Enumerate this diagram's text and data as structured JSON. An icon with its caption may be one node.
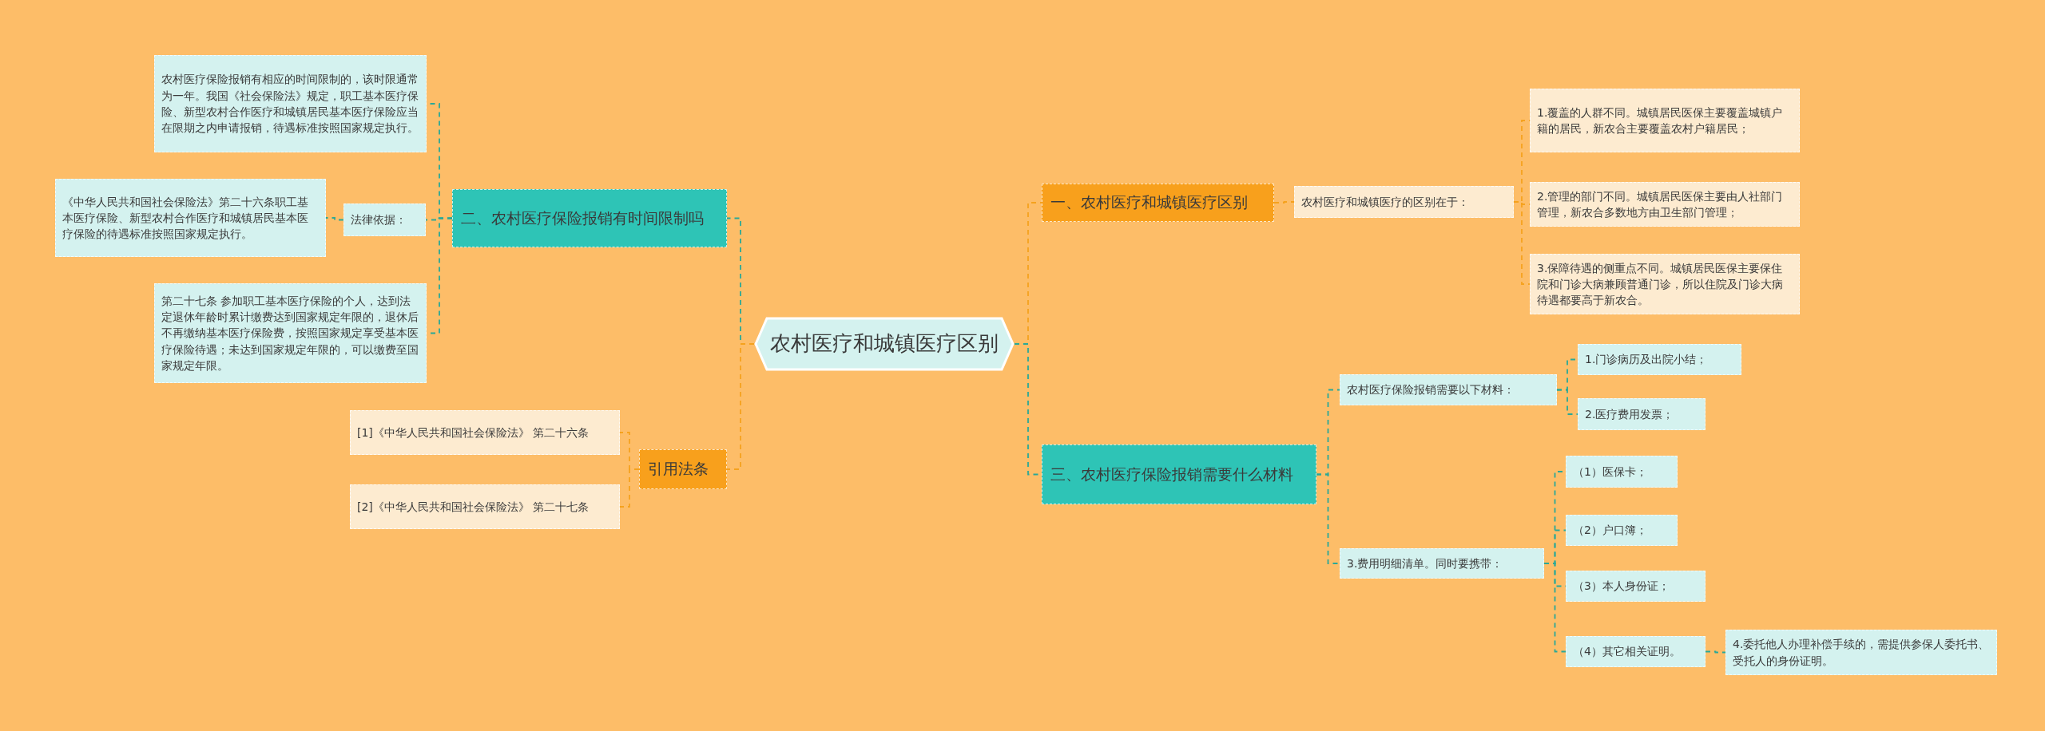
{
  "diagram": {
    "nodes": [
      {
        "text": [
          "农村医疗和城镇医疗区别"
        ]
      },
      {
        "text": [
          "一、农村医疗和城镇医疗区别"
        ]
      },
      {
        "text": [
          "农村医疗和城镇医疗的区别在于："
        ]
      },
      {
        "text": [
          "1.覆盖的人群不同。城镇居民医保主要覆盖城镇户籍的居民，新农合主要覆盖农村户籍居民；"
        ]
      },
      {
        "text": [
          "2.管理的部门不同。城镇居民医保主要由人社部门管理，新农合多数地方由卫生部门管理；"
        ]
      },
      {
        "text": [
          "3.保障待遇的侧重点不同。城镇居民医保主要保住院和门诊大病兼顾普通门诊，所以住院及门诊大病待遇都要高于新农合。"
        ]
      },
      {
        "text": [
          "二、农村医疗保险报销有时间限制吗"
        ]
      },
      {
        "text": [
          "农村医疗保险报销有相应的时间限制的，该时限通常为一年。我国《社会保险法》规定，职工基本医疗保险、新型农村合作医疗和城镇居民基本医疗保险应当在限期之内申请报销，待遇标准按照国家规定执行。"
        ]
      },
      {
        "text": [
          "法律依据："
        ]
      },
      {
        "text": [
          "《中华人民共和国社会保险法》第二十六条职工基本医疗保险、新型农村合作医疗和城镇居民基本医疗保险的待遇标准按照国家规定执行。"
        ]
      },
      {
        "text": [
          "第二十七条 参加职工基本医疗保险的个人，达到法定退休年龄时累计缴费达到国家规定年限的，退休后不再缴纳基本医疗保险费，按照国家规定享受基本医疗保险待遇；未达到国家规定年限的，可以缴费至国家规定年限。"
        ]
      },
      {
        "text": [
          "引用法条"
        ]
      },
      {
        "text": [
          "[1]《中华人民共和国社会保险法》 第二十六条"
        ]
      },
      {
        "text": [
          "[2]《中华人民共和国社会保险法》 第二十七条"
        ]
      },
      {
        "text": [
          "三、农村医疗保险报销需要什么材料"
        ]
      },
      {
        "text": [
          "农村医疗保险报销需要以下材料："
        ]
      },
      {
        "text": [
          "1.门诊病历及出院小结；"
        ]
      },
      {
        "text": [
          "2.医疗费用发票；"
        ]
      },
      {
        "text": [
          "3.费用明细清单。同时要携带："
        ]
      },
      {
        "text": [
          "（1）医保卡；"
        ]
      },
      {
        "text": [
          "（2）户口簿；"
        ]
      },
      {
        "text": [
          "（3）本人身份证；"
        ]
      },
      {
        "text": [
          "（4）其它相关证明。"
        ]
      },
      {
        "text": [
          "4.委托他人办理补偿手续的，需提供参保人委托书、受托人的身份证明。"
        ]
      }
    ],
    "edges": [
      {
        "from": 0,
        "to": 1,
        "arrow": "none",
        "color": "#f5a21e"
      },
      {
        "from": 1,
        "to": 2,
        "arrow": "none",
        "color": "#f5a21e"
      },
      {
        "from": 2,
        "to": 3,
        "arrow": "none",
        "color": "#f5a21e"
      },
      {
        "from": 2,
        "to": 4,
        "arrow": "none",
        "color": "#f5a21e"
      },
      {
        "from": 2,
        "to": 5,
        "arrow": "none",
        "color": "#f5a21e"
      },
      {
        "from": 0,
        "to": 6,
        "arrow": "none"
      },
      {
        "from": 6,
        "to": 7,
        "arrow": "none"
      },
      {
        "from": 6,
        "to": 8,
        "arrow": "none"
      },
      {
        "from": 8,
        "to": 9,
        "arrow": "none"
      },
      {
        "from": 6,
        "to": 10,
        "arrow": "none"
      },
      {
        "from": 0,
        "to": 11,
        "arrow": "none",
        "color": "#f5a21e"
      },
      {
        "from": 11,
        "to": 12,
        "arrow": "none",
        "color": "#f5a21e"
      },
      {
        "from": 11,
        "to": 13,
        "arrow": "none",
        "color": "#f5a21e"
      },
      {
        "from": 0,
        "to": 14,
        "arrow": "none"
      },
      {
        "from": 14,
        "to": 15,
        "arrow": "none"
      },
      {
        "from": 15,
        "to": 16,
        "arrow": "none"
      },
      {
        "from": 15,
        "to": 17,
        "arrow": "none"
      },
      {
        "from": 14,
        "to": 18,
        "arrow": "none"
      },
      {
        "from": 18,
        "to": 19,
        "arrow": "none"
      },
      {
        "from": 18,
        "to": 20,
        "arrow": "none"
      },
      {
        "from": 18,
        "to": 21,
        "arrow": "none"
      },
      {
        "from": 18,
        "to": 22,
        "arrow": "none"
      },
      {
        "from": 22,
        "to": 23,
        "arrow": "none"
      }
    ]
  }
}
